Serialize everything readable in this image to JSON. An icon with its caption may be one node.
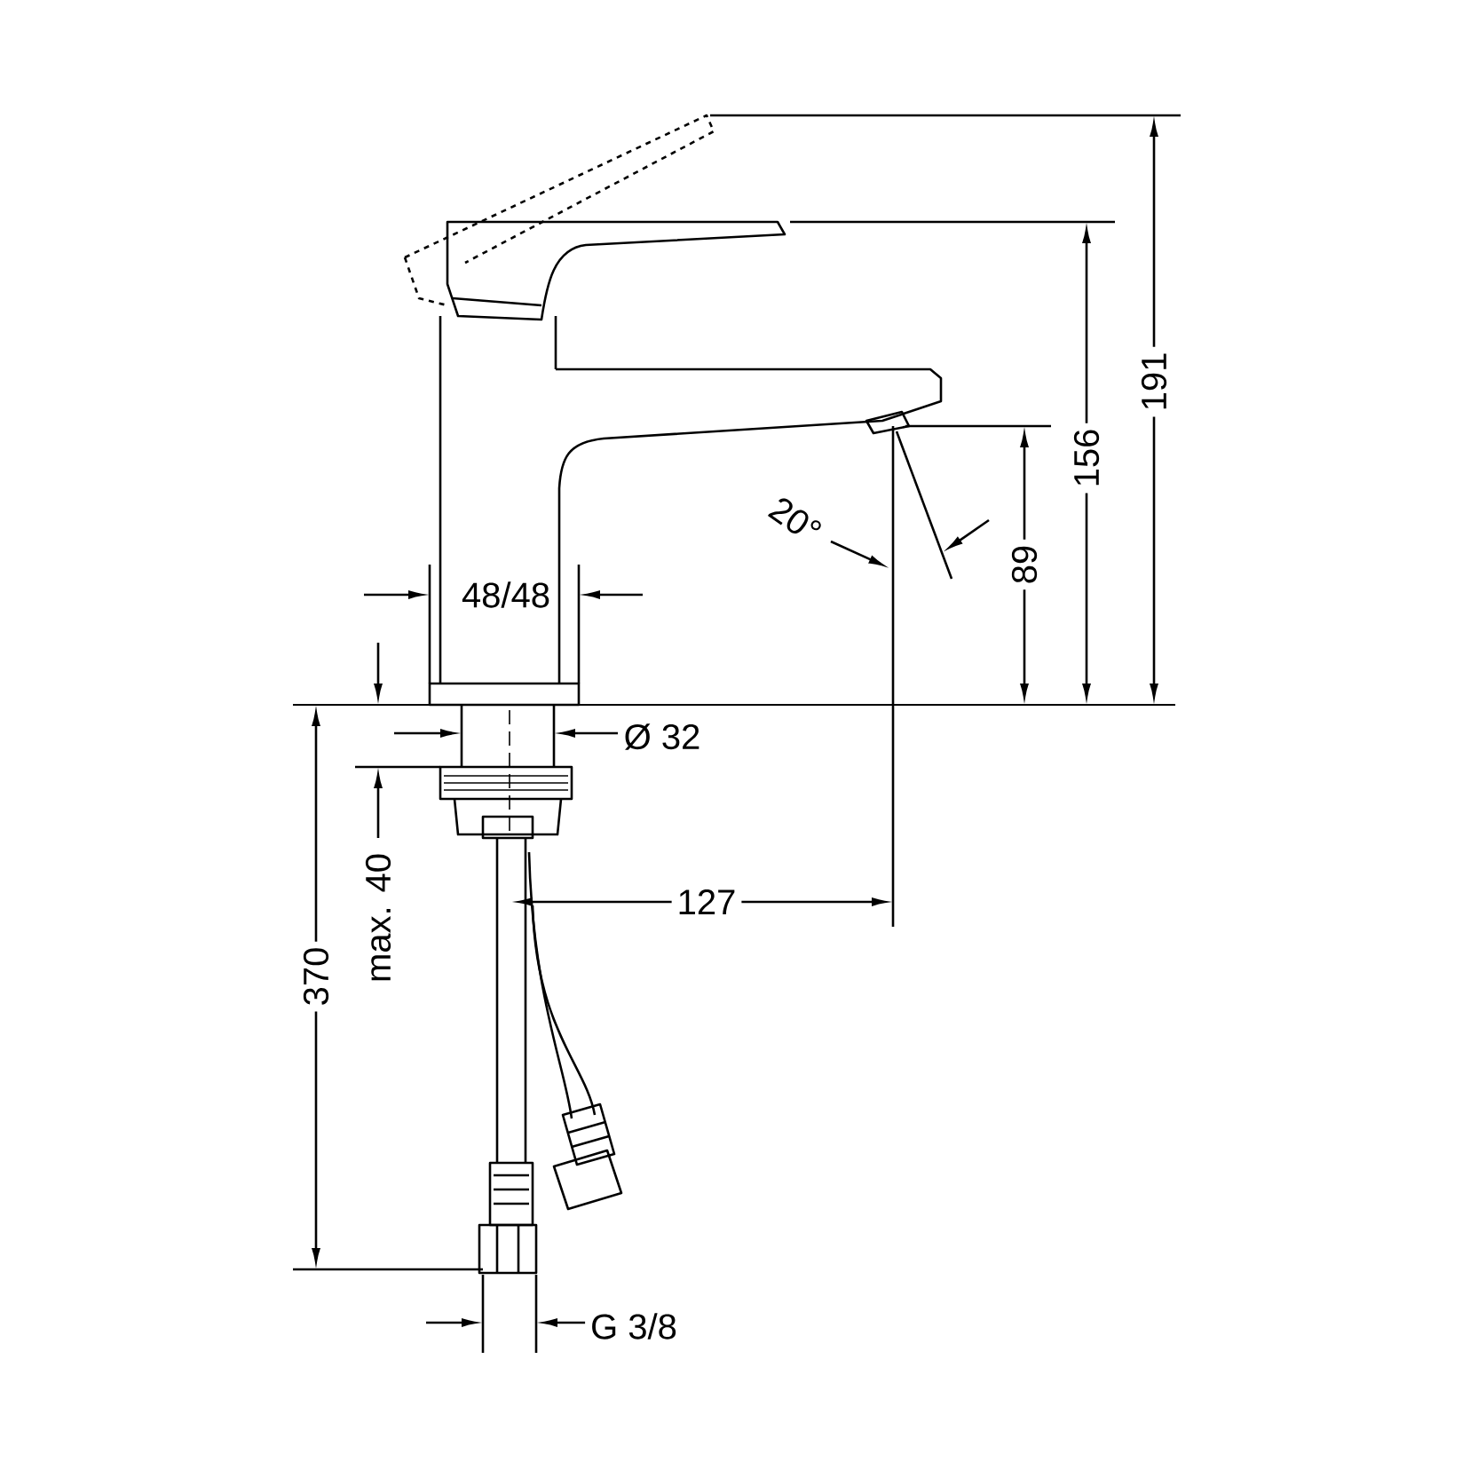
{
  "diagram": {
    "labels": [
      "191",
      "156",
      "20°",
      "89",
      "48/48",
      "Ø 32",
      "max. 40",
      "370",
      "127",
      "G 3/8"
    ]
  }
}
